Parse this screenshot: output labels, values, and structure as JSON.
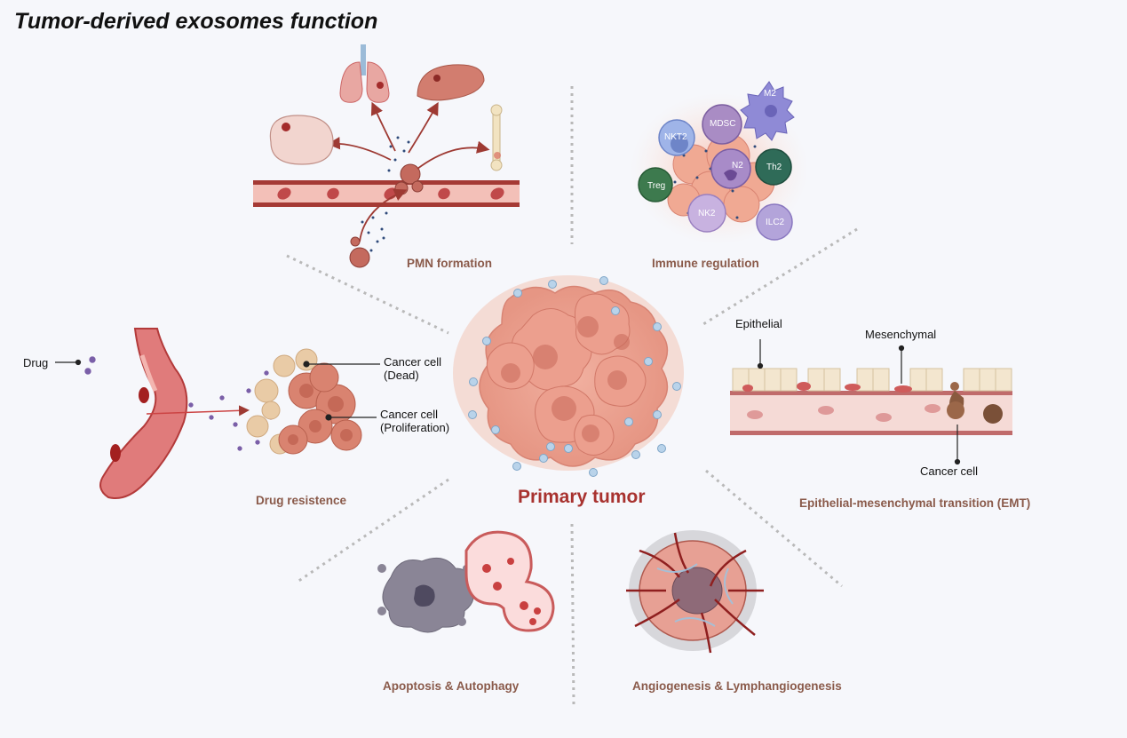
{
  "title": "Tumor-derived exosomes function",
  "center": {
    "label": "Primary tumor"
  },
  "sections": {
    "pmn": {
      "label": "PMN formation"
    },
    "immune": {
      "label": "Immune regulation",
      "cells": [
        "M2",
        "MDSC",
        "NKT2",
        "N2",
        "Th2",
        "Treg",
        "NK2",
        "ILC2"
      ]
    },
    "drug": {
      "label": "Drug resistence",
      "drug_label": "Drug",
      "dead_label": [
        "Cancer cell",
        "(Dead)"
      ],
      "prolif_label": [
        "Cancer cell",
        "(Proliferation)"
      ]
    },
    "emt": {
      "label": "Epithelial-mesenchymal transition (EMT)",
      "epithelial": "Epithelial",
      "mesenchymal": "Mesenchymal",
      "cancer_cell": "Cancer cell"
    },
    "apoptosis": {
      "label": "Apoptosis & Autophagy"
    },
    "angio": {
      "label": "Angiogenesis & Lymphangiogenesis"
    }
  },
  "colors": {
    "accent": "#a8322f",
    "section_label": "#8a5a4a",
    "tumor": "#e8a393",
    "vessel": "#b33a3a"
  }
}
